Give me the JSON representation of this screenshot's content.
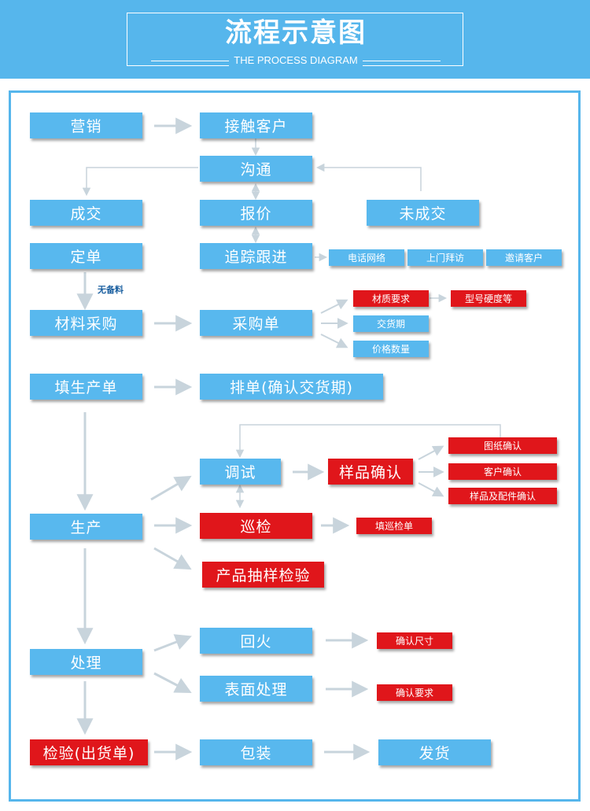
{
  "header": {
    "title": "流程示意图",
    "subtitle": "THE PROCESS DIAGRAM"
  },
  "nodes": {
    "marketing": "营销",
    "contact_customer": "接触客户",
    "communicate": "沟通",
    "deal_closed": "成交",
    "quote": "报价",
    "not_closed": "未成交",
    "order": "定单",
    "follow_up": "追踪跟进",
    "phone_network": "电话网络",
    "door_visit": "上门拜访",
    "invite_customer": "邀请客户",
    "no_stock_label": "无备料",
    "material_purchase": "材料采购",
    "purchase_order": "采购单",
    "material_requirements": "材质要求",
    "model_hardness": "型号硬度等",
    "delivery_date": "交货期",
    "price_quantity": "价格数量",
    "fill_production_order": "填生产单",
    "schedule": "排单(确认交货期)",
    "debug": "调试",
    "sample_confirm": "样品确认",
    "drawing_confirm": "图纸确认",
    "customer_confirm": "客户确认",
    "sample_parts_confirm": "样品及配件确认",
    "production": "生产",
    "patrol_inspection": "巡检",
    "fill_patrol_sheet": "填巡检单",
    "product_sampling": "产品抽样检验",
    "processing": "处理",
    "tempering": "回火",
    "confirm_size": "确认尺寸",
    "surface_treatment": "表面处理",
    "confirm_requirements": "确认要求",
    "inspection_shipping": "检验(出货单)",
    "packaging": "包装",
    "shipping": "发货"
  },
  "colors": {
    "blue_box": "#58b8ee",
    "red_box": "#e0161b",
    "arrow": "#c8d4dc",
    "frame": "#56b6ec"
  }
}
